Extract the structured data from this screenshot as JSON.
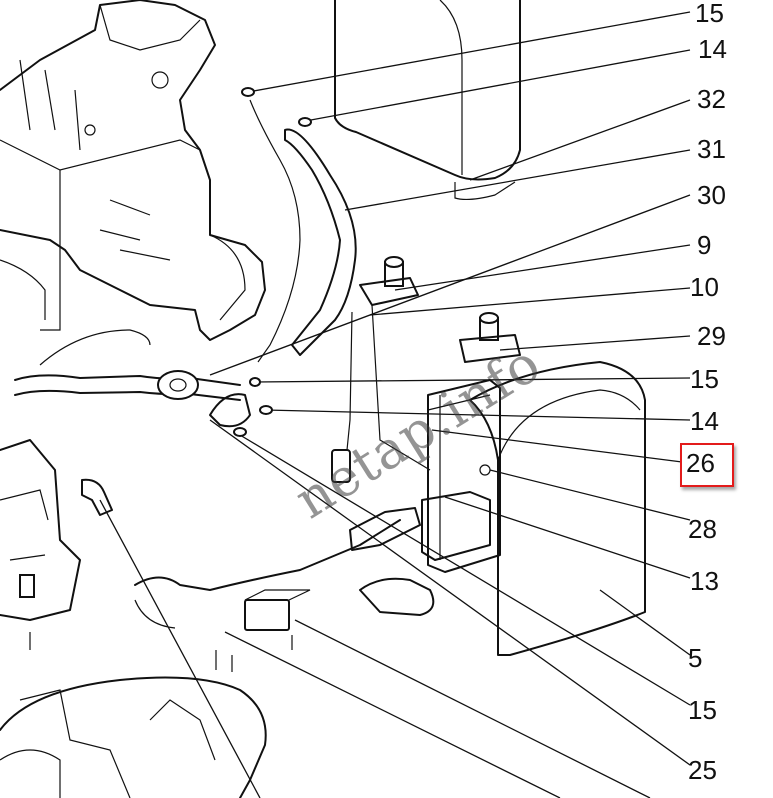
{
  "watermark": "netap.info",
  "callouts": {
    "c15a": "15",
    "c14a": "14",
    "c32": "32",
    "c31": "31",
    "c30": "30",
    "c9": "9",
    "c10": "10",
    "c29": "29",
    "c15b": "15",
    "c14b": "14",
    "c26": "26",
    "c28": "28",
    "c13": "13",
    "c5": "5",
    "c15c": "15",
    "c25": "25"
  },
  "highlight_color": "#e31b1b"
}
